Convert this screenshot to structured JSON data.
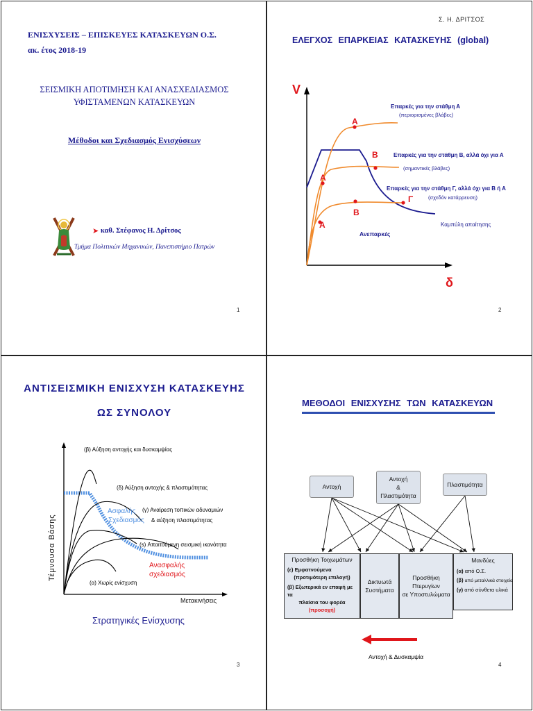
{
  "slide1": {
    "course_title": "ΕΝΙΣΧΥΣΕΙΣ – ΕΠΙΣΚΕΥΕΣ ΚΑΤΑΣΚΕΥΩΝ Ο.Σ.",
    "academic_year": "ακ. έτος 2018-19",
    "main_title_line1": "ΣΕΙΣΜΙΚΗ ΑΠΟΤΙΜΗΣΗ ΚΑΙ ΑΝΑΣΧΕΔΙΑΣΜΟΣ",
    "main_title_line2": "ΥΦΙΣΤΑΜΕΝΩΝ ΚΑΤΑΣΚΕΥΩΝ",
    "subtitle": "Μέθοδοι και Σχεδιασμός Ενισχύσεων",
    "bullet": "➤",
    "author": "καθ. Στέφανος Η. Δρίτσος",
    "affiliation": "Τμήμα Πολιτικών Μηχανικών, Πανεπιστήμιο Πατρών",
    "page": "1"
  },
  "slide2": {
    "header_author": "Σ. Η. ΔΡΙΤΣΟΣ",
    "title": "ΕΛΕΓΧΟΣ ΕΠΑΡΚΕΙΑΣ ΚΑΤΑΣΚΕΥΗΣ (global)",
    "axis_y": "V",
    "axis_x": "δ",
    "label_a_main": "Επαρκές για την στάθμη Α",
    "label_a_sub": "(περιορισμένες βλάβες)",
    "label_b_main": "Επαρκές για την στάθμη Β, αλλά όχι για Α",
    "label_b_sub": "(σημαντικές βλάβες)",
    "label_c_main": "Επαρκές για την στάθμη Γ, αλλά όχι για Β ή Α",
    "label_c_sub": "(σχεδόν κατάρρευση)",
    "label_inadequate": "Ανεπαρκές",
    "label_demand": "Καμπύλη απαίτησης",
    "pt_A": "Α",
    "pt_B": "Β",
    "pt_G": "Γ",
    "page": "2"
  },
  "slide3": {
    "title_line1": "ΑΝΤΙΣΕΙΣΜΙΚΗ ΕΝΙΣΧΥΣΗ ΚΑΤΑΣΚΕΥΗΣ",
    "title_line2": "ΩΣ ΣΥΝΟΛΟΥ",
    "axis_y": "Τέμνουσα Βάσης",
    "axis_x": "Μετακινήσεις",
    "curve_b": "(β) Αύξηση αντοχής και δυσκαμψίας",
    "curve_d": "(δ) Αύξηση αντοχής & πλαστιμότητας",
    "curve_g_line1": "(γ) Αναίρεση τοπικών αδυναμιών",
    "curve_g_line2": "& αύξηση πλαστιμότητας",
    "curve_s": "(s) Απαιτούμενη σεισμική ικανότητα",
    "curve_a": "(α) Χωρίς ενίσχυση",
    "safe_line1": "Ασφαλής",
    "safe_line2": "Σχεδιασμός",
    "unsafe_line1": "Ανασφαλής",
    "unsafe_line2": "σχεδιασμός",
    "footer": "Στρατηγικές Ενίσχυσης",
    "page": "3"
  },
  "slide4": {
    "title": "ΜΕΘΟΔΟΙ ΕΝΙΣΧΥΣΗΣ ΤΩΝ ΚΑΤΑΣΚΕΥΩΝ",
    "top_strength": "Αντοχή",
    "top_strength_ductility_l1": "Αντοχή",
    "top_strength_ductility_l2": "&",
    "top_strength_ductility_l3": "Πλαστιμότητα",
    "top_ductility": "Πλαστιμότητα",
    "walls_title": "Προσθήκη Τοιχωμάτων",
    "walls_e": "(ε)",
    "walls_e_text": "Εμφατνούμενα",
    "walls_e_sub": "(προτιμότερη επιλογή)",
    "walls_b": "(β)",
    "walls_b_text": "Εξωτερικά εν επαφή με τα",
    "walls_b_text2": "πλαίσια του φορέα",
    "walls_b_note": "(προσοχή)",
    "nets_l1": "Δικτυωτά",
    "nets_l2": "Συστήματα",
    "wings_l1": "Προσθήκη Πτερυγίων",
    "wings_l2": "σε Υποστυλώματα",
    "jackets_title": "Μανδύες",
    "jackets_a": "(α)",
    "jackets_a_text": "από Ο.Σ.",
    "jackets_b": "(β)",
    "jackets_b_text": "από μεταλλικά στοιχεία",
    "jackets_g": "(γ)",
    "jackets_g_text": "από σύνθετα υλικά",
    "bottom_label": "Αντοχή & Δυσκαμψία",
    "page": "4"
  },
  "colors": {
    "navy": "#1b1b8f",
    "orange": "#f08a2c",
    "red": "#e0161b",
    "blue_dashed": "#4f8fe0",
    "box_fill": "#e3e8f0"
  }
}
